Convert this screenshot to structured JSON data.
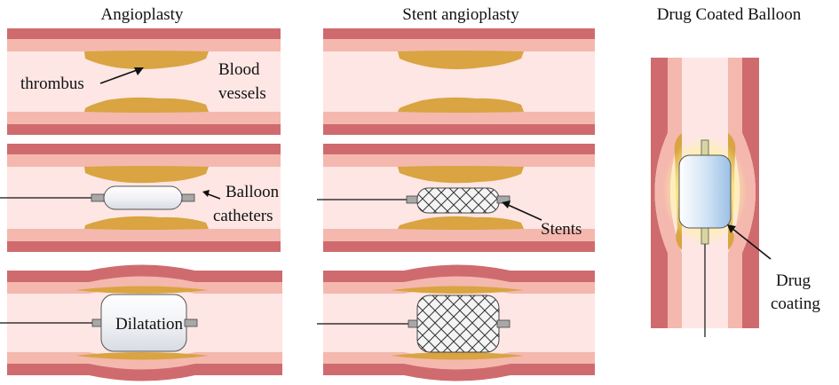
{
  "titles": {
    "angioplasty": "Angioplasty",
    "stent": "Stent angioplasty",
    "dcb": "Drug Coated Balloon"
  },
  "labels": {
    "thrombus": "thrombus",
    "blood_line1": "Blood",
    "blood_line2": "vessels",
    "balloon_line1": "Balloon",
    "balloon_line2": "catheters",
    "dilatation": "Dilatation",
    "stents": "Stents",
    "drug_line1": "Drug",
    "drug_line2": "coating"
  },
  "colors": {
    "vessel_wall": "#cf6b6e",
    "vessel_inner_layer": "#f4b8ae",
    "lumen": "#fde6e4",
    "plaque": "#d9a441",
    "balloon": "#eceef3",
    "drug_coating": "#fff3a8",
    "dcb_balloon": "#bcd6ef"
  }
}
